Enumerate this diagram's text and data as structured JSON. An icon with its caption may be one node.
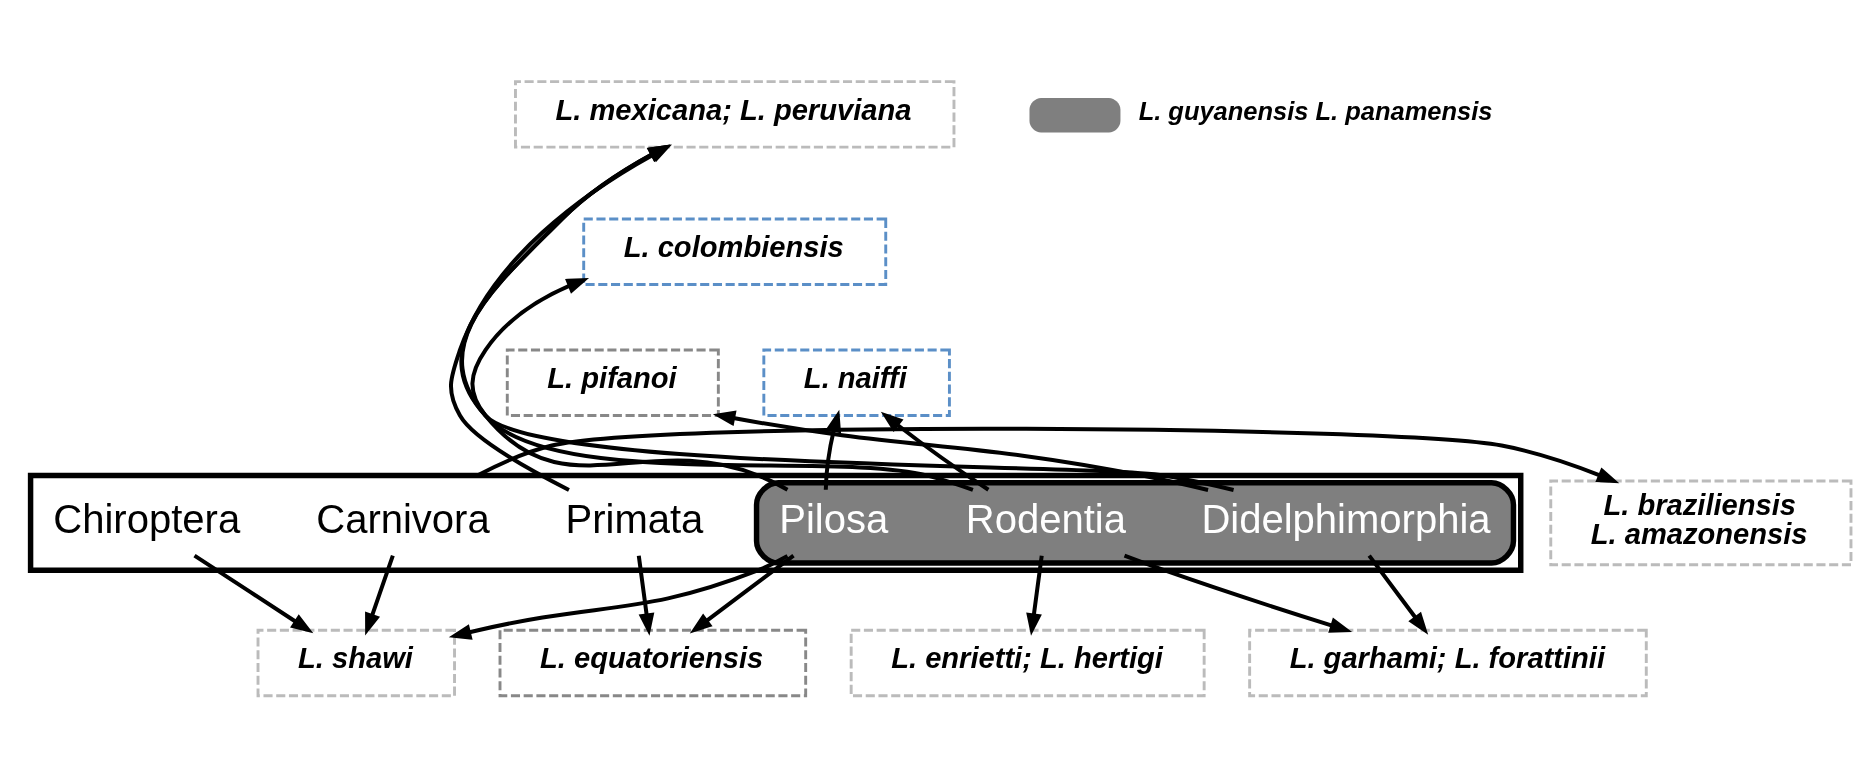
{
  "diagram": {
    "nodes": [
      {
        "text": [],
        "shape": "box"
      },
      {
        "text": [
          "Carnivora"
        ],
        "in": 0
      },
      {
        "text": [],
        "shape": "box",
        "in": 0
      },
      {
        "text": [
          "Didelphimorphia"
        ],
        "in": 2
      },
      {
        "text": [
          "Rodentia"
        ],
        "in": 2
      },
      {
        "text": [
          "Pilosa"
        ],
        "in": 2
      },
      {
        "text": [
          "Primata"
        ],
        "in": 0
      },
      {
        "text": [
          "Chiroptera"
        ],
        "in": 0
      },
      {
        "text": [
          "L. mexicana; L. peruviana"
        ]
      },
      {
        "text": [
          "L. colombiensis"
        ]
      },
      {
        "text": [
          "L. pifanoi"
        ]
      },
      {
        "text": [
          "L. naiffi"
        ]
      },
      {
        "text": [
          "L. braziliensis",
          "L. amazonensis"
        ]
      },
      {
        "text": [
          "L. garhami; L. forattinii"
        ]
      },
      {
        "text": [
          "L. equatoriensis"
        ]
      },
      {
        "text": [
          "L. enrietti; L. hertigi"
        ]
      },
      {
        "text": [
          "L. shawi"
        ]
      }
    ],
    "edges": [
      {
        "from": 3,
        "to": 8,
        "arrow": "to"
      },
      {
        "from": 4,
        "to": 8,
        "arrow": "to"
      },
      {
        "from": 6,
        "to": 8,
        "arrow": "to"
      },
      {
        "from": 3,
        "to": 10,
        "arrow": "to"
      },
      {
        "from": 4,
        "to": 11,
        "arrow": "to"
      },
      {
        "from": 5,
        "to": 11,
        "arrow": "to"
      },
      {
        "from": 5,
        "to": 9,
        "arrow": "to"
      },
      {
        "from": 0,
        "to": 12,
        "arrow": "to"
      },
      {
        "from": 3,
        "to": 13,
        "arrow": "to"
      },
      {
        "from": 4,
        "to": 13,
        "arrow": "to"
      },
      {
        "from": 4,
        "to": 15,
        "arrow": "to"
      },
      {
        "from": 5,
        "to": 16,
        "arrow": "to"
      },
      {
        "from": 5,
        "to": 14,
        "arrow": "to"
      },
      {
        "from": 6,
        "to": 14,
        "arrow": "to"
      },
      {
        "from": 1,
        "to": 16,
        "arrow": "to"
      },
      {
        "from": 7,
        "to": 16,
        "arrow": "to"
      }
    ],
    "legend": [
      {
        "text": "L. guyanensis L. panamensis",
        "color": "#7f7f7f"
      }
    ]
  }
}
